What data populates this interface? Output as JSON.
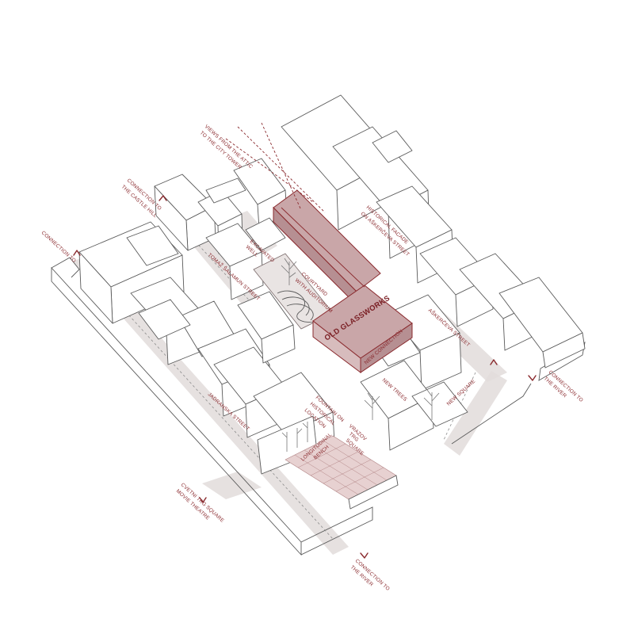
{
  "colors": {
    "accent": "#8a2a2e",
    "highlight_building": "#c9a6a8",
    "path_band": "#e2dcdb",
    "linework": "#5a5a5a"
  },
  "labels": {
    "views_line1": "VIEWS FROM THE ATTIC",
    "views_line2": "TO THE CITY TOWER",
    "castle_line1": "CONNECTION TO",
    "castle_line2": "THE CASTLE HILL",
    "connection_to": "CONNECTION TO",
    "historical_line1": "HISTORICAL FACADE",
    "historical_line2": "ON AŠKERČEVA STREET",
    "excavated_line1": "EXCAVATED",
    "excavated_line2": "WELL",
    "tomaz_street": "TOMAŽ ŠALAMUN STREET",
    "courtyard_line1": "COURTYARD",
    "courtyard_line2": "WITH AUDITORIUM",
    "old_glassworks": "OLD GLASSWORKS",
    "askerceva_street": "AŠKERČEVA STREET",
    "new_connection": "NEW CONNECTION",
    "river_line1": "CONNECTION TO",
    "river_line2": "THE RIVER",
    "new_trees": "NEW TREES",
    "new_square": "NEW SQUARE",
    "jadranska_street": "JADRANSKA STREET",
    "fountain_line1": "FOUNTAIN ON",
    "fountain_line2": "HISTORICAL",
    "fountain_line3": "LOCATION",
    "longitudinal_line1": "LONGITUDINAL",
    "longitudinal_line2": "BENCH",
    "vrazov_line1": "VRAZOV",
    "vrazov_line2": "TRG",
    "vrazov_line3": "SQUARE",
    "cvetni_line1": "CVETNI TRG SQUARE",
    "cvetni_line2": "MOVIE THEATRE",
    "river_bottom_line1": "CONNECTION TO",
    "river_bottom_line2": "THE RIVER"
  },
  "icons": [
    "chevron-up-icon",
    "chevron-down-icon",
    "tree-icon"
  ]
}
